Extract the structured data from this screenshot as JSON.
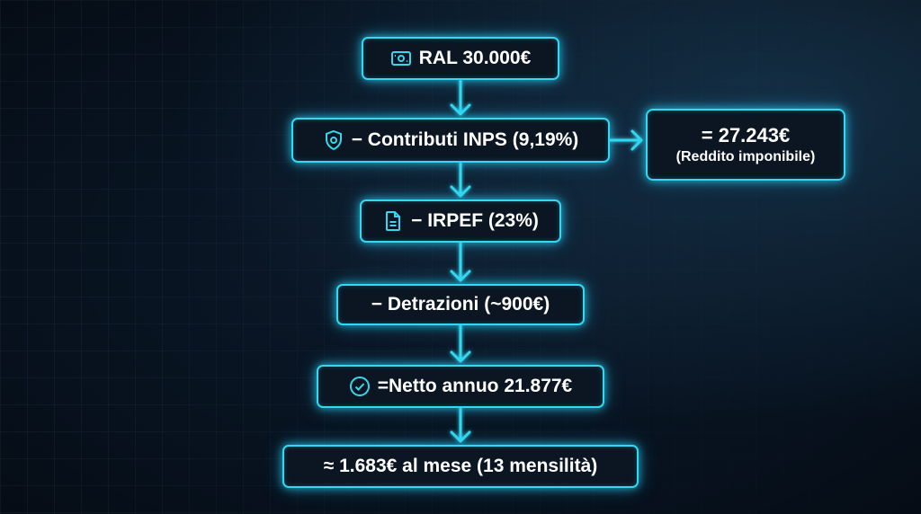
{
  "theme": {
    "accent": "#34d8f0",
    "background": "#07111d",
    "text": "#ffffff"
  },
  "flow": {
    "ral": {
      "label": "RAL 30.000€",
      "icon": "banknote-icon"
    },
    "inps": {
      "label": "− Contributi INPS (9,19%)",
      "icon": "shield-tax-icon"
    },
    "irpef": {
      "label": "− IRPEF (23%)",
      "icon": "document-icon"
    },
    "detrazioni": {
      "label": "− Detrazioni (~900€)"
    },
    "netto": {
      "label": "=Netto annuo 21.877€",
      "icon": "check-circle-icon"
    },
    "mensile": {
      "label": "≈ 1.683€ al mese (13 mensilità)"
    }
  },
  "side": {
    "value": "= 27.243€",
    "note": "(Reddito imponibile)"
  }
}
